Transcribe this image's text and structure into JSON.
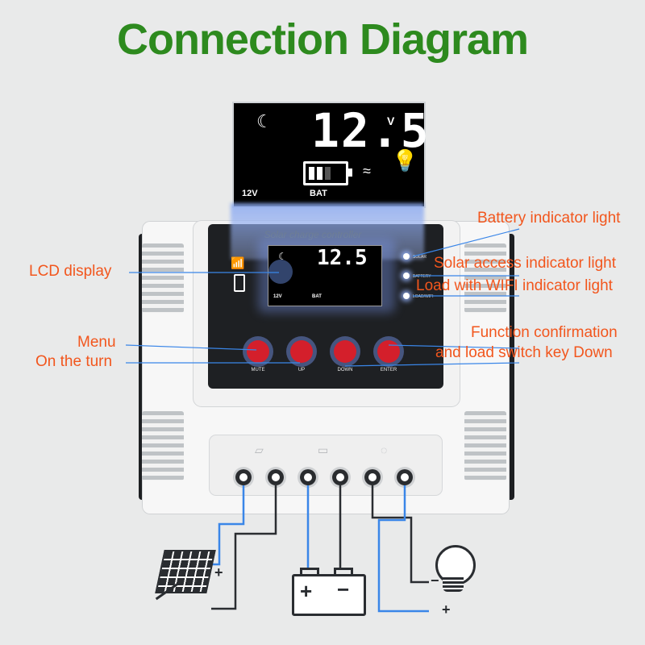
{
  "title": "Connection Diagram",
  "lcd": {
    "voltage": "12.5",
    "unit": "V",
    "system_label": "12V",
    "battery_label": "BAT",
    "battery_level": 0.6
  },
  "controller": {
    "caption": "Solar charge controller",
    "leds": [
      "SOLAR",
      "BATTERY",
      "LOAD/WIFI"
    ],
    "buttons": [
      "MUTE",
      "UP",
      "DOWN",
      "ENTER"
    ]
  },
  "annotations": {
    "lcd_display": "LCD display",
    "menu": "Menu",
    "on_the_turn": "On the turn",
    "battery_indicator": "Battery indicator light",
    "solar_indicator": "Solar access indicator light",
    "load_indicator": "Load with WIFI indicator light",
    "function_confirmation": "Function confirmation",
    "load_switch": "and load switch key Down"
  },
  "wiring": {
    "plus": "+",
    "minus": "−",
    "wire_blue": "#3a86e8",
    "wire_dark": "#2a2d31"
  },
  "colors": {
    "title": "#2d8a1e",
    "annotation": "#f2561d",
    "button": "#d41f2b"
  }
}
